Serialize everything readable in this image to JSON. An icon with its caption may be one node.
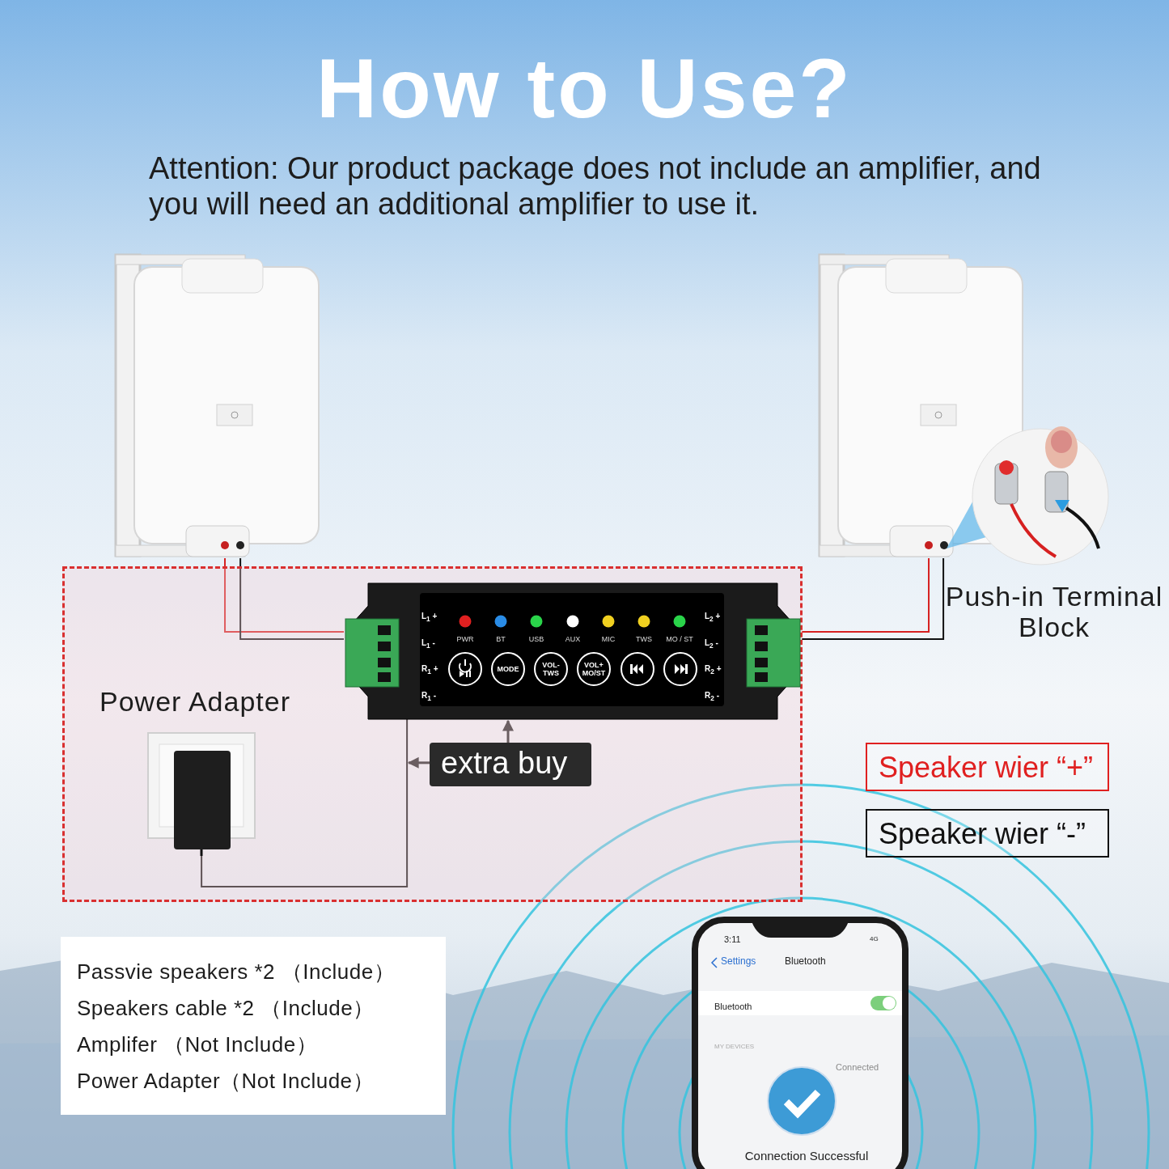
{
  "diagram": {
    "title": "How to Use?",
    "nodes": [
      {
        "text": [],
        "shape": "picture"
      },
      {
        "text": [],
        "shape": "picture"
      },
      {
        "text": [],
        "shape": "picture",
        "beside": [
          "Push-in Terminal Block"
        ]
      },
      {
        "text": [],
        "shape": "box"
      },
      {
        "text": [
          "L$_{1}$ +",
          "PWR",
          "BT",
          "USB",
          "AUX",
          "MIC",
          "TWS",
          "MO / ST",
          "L$_{2}$ +",
          "L$_{1}$ -",
          "L$_{2}$ -",
          "R$_{1}$ +",
          "MODE",
          "VOL- TWS",
          "VOL+ MO/ST",
          "R$_{2}$ +",
          "R$_{1}$ -",
          "R$_{2}$ -"
        ],
        "in": 3
      },
      {
        "text": [
          "Power Adapter"
        ],
        "in": 3
      },
      {
        "text": [
          "extra buy"
        ],
        "in": 3
      },
      {
        "text": [
          "Speaker wier “+”"
        ]
      },
      {
        "text": [
          "Speaker wier “-”"
        ]
      },
      {
        "text": [
          "Passvie speakers *2 （Include）",
          "Speakers cable *2 （Include）",
          "Amplifer （Not Include）",
          "Power Adapter（Not Include）"
        ]
      },
      {
        "text": [
          "3:11",
          "4G",
          "Settings",
          "Bluetooth",
          "Bluetooth",
          "MY DEVICES",
          "Connected",
          "Connection Successful"
        ]
      }
    ],
    "edges": [
      {
        "from": 0,
        "to": 4,
        "arrow": "none",
        "color": "#d62020"
      },
      {
        "from": 0,
        "to": 4,
        "arrow": "none",
        "color": "#111111"
      },
      {
        "from": 1,
        "to": 4,
        "arrow": "none",
        "color": "#d62020"
      },
      {
        "from": 1,
        "to": 4,
        "arrow": "none",
        "color": "#111111"
      },
      {
        "from": 5,
        "to": 4,
        "arrow": "none",
        "color": "#111111"
      },
      {
        "from": 6,
        "to": 4,
        "arrow": "to",
        "color": "#222222"
      },
      {
        "from": 6,
        "to": null,
        "arrow": "to",
        "color": "#222222"
      }
    ],
    "labels": [
      "Attention: Our product package does not include an amplifier, and you will need an additional amplifier to use it."
    ]
  }
}
